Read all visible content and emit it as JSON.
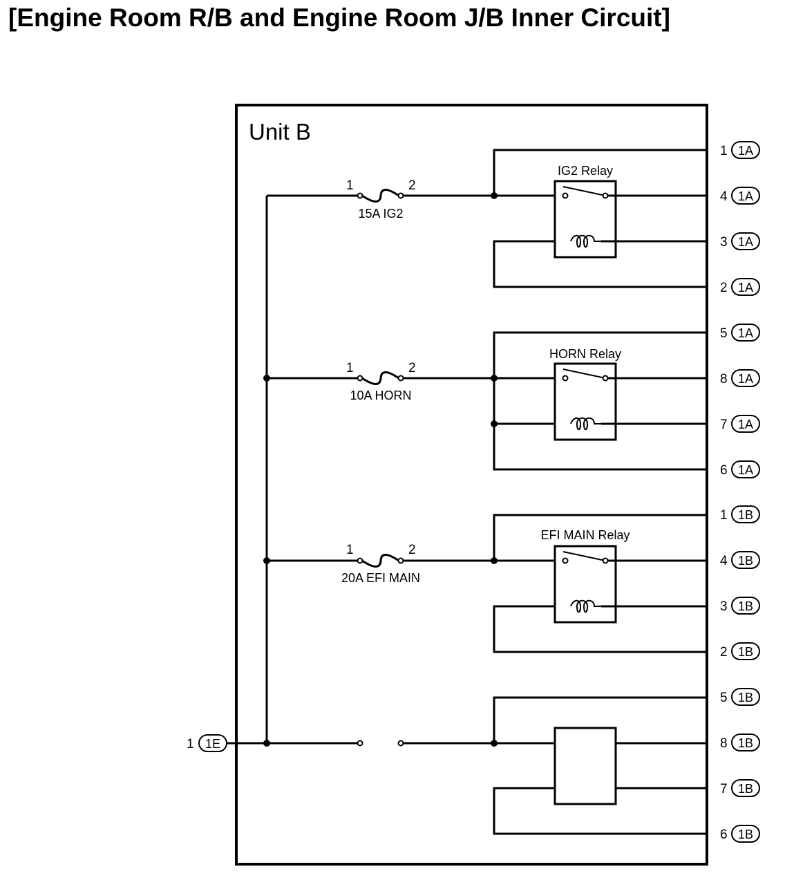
{
  "title": "[Engine Room R/B and Engine Room J/B Inner Circuit]",
  "unit_label": "Unit B",
  "input_connector": {
    "pin": "1",
    "connector": "1E"
  },
  "fuses": [
    {
      "rating_label": "15A IG2",
      "pin_in": "1",
      "pin_out": "2"
    },
    {
      "rating_label": "10A HORN",
      "pin_in": "1",
      "pin_out": "2"
    },
    {
      "rating_label": "20A EFI MAIN",
      "pin_in": "1",
      "pin_out": "2"
    }
  ],
  "relays": [
    {
      "label": "IG2 Relay"
    },
    {
      "label": "HORN Relay"
    },
    {
      "label": "EFI MAIN Relay"
    },
    {
      "label": ""
    }
  ],
  "connector_pins": [
    {
      "pin": "1",
      "connector": "1A"
    },
    {
      "pin": "4",
      "connector": "1A"
    },
    {
      "pin": "3",
      "connector": "1A"
    },
    {
      "pin": "2",
      "connector": "1A"
    },
    {
      "pin": "5",
      "connector": "1A"
    },
    {
      "pin": "8",
      "connector": "1A"
    },
    {
      "pin": "7",
      "connector": "1A"
    },
    {
      "pin": "6",
      "connector": "1A"
    },
    {
      "pin": "1",
      "connector": "1B"
    },
    {
      "pin": "4",
      "connector": "1B"
    },
    {
      "pin": "3",
      "connector": "1B"
    },
    {
      "pin": "2",
      "connector": "1B"
    },
    {
      "pin": "5",
      "connector": "1B"
    },
    {
      "pin": "8",
      "connector": "1B"
    },
    {
      "pin": "7",
      "connector": "1B"
    },
    {
      "pin": "6",
      "connector": "1B"
    }
  ]
}
